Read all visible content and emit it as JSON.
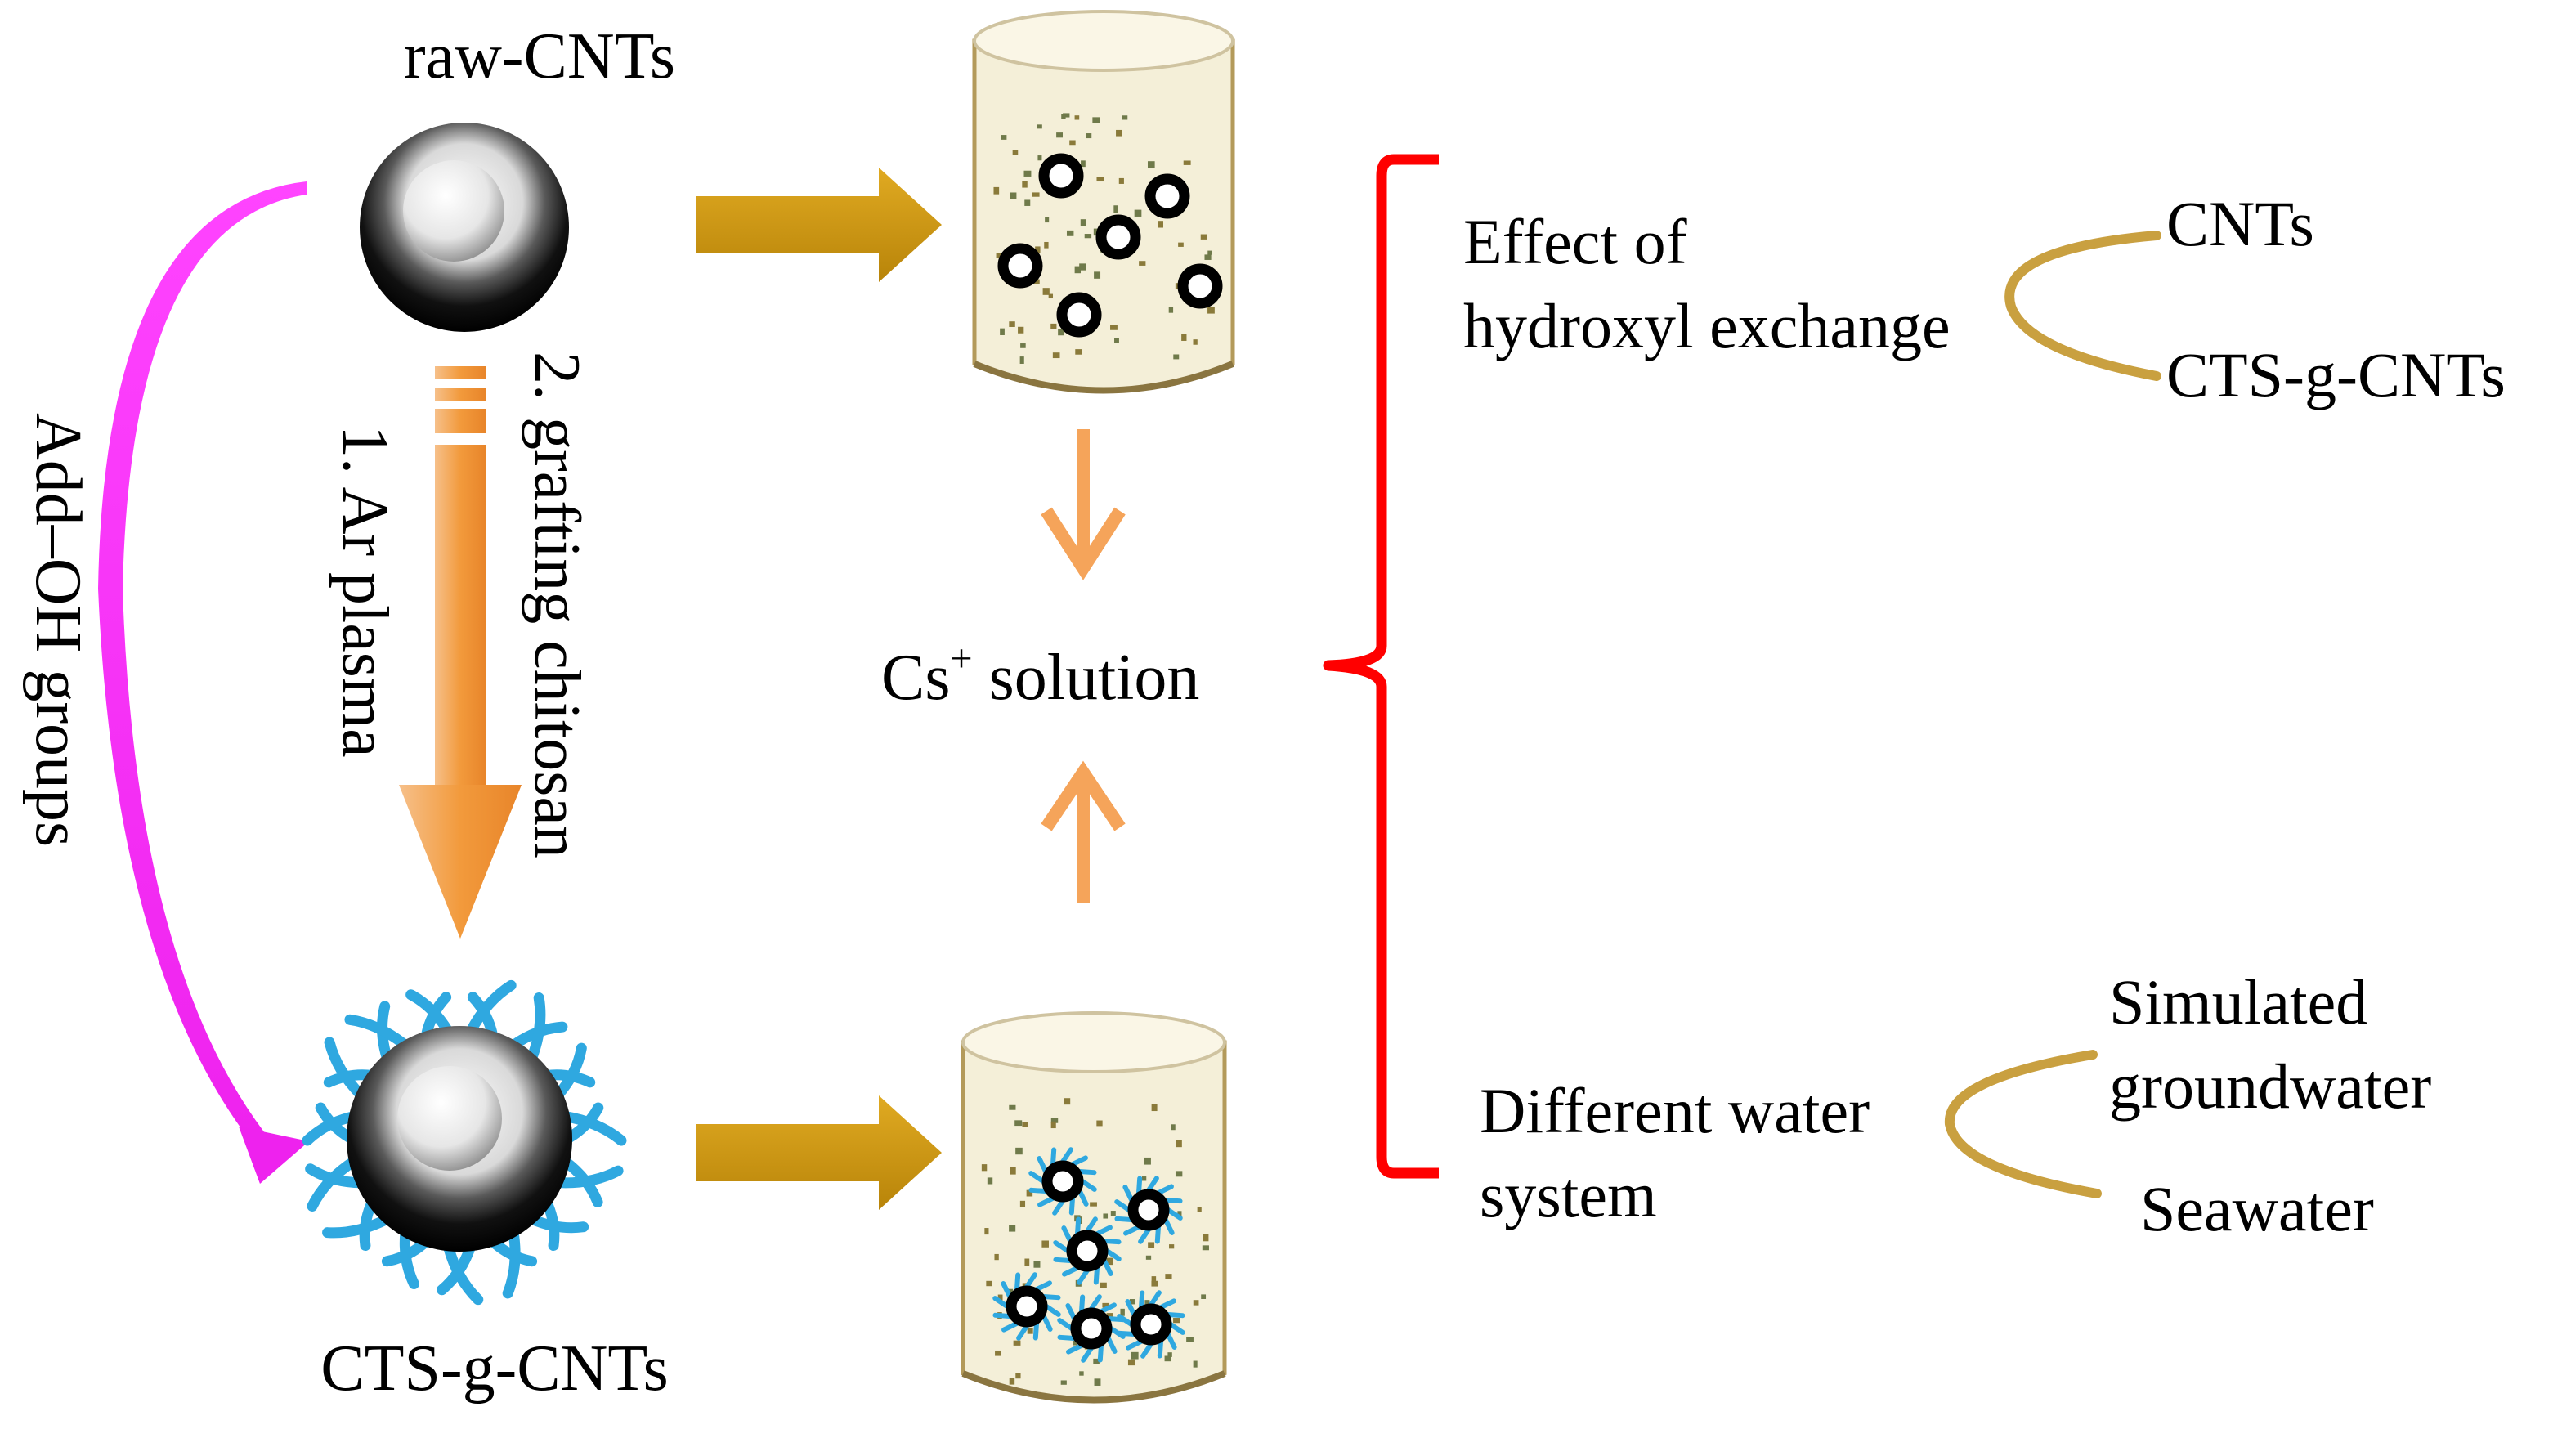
{
  "labels": {
    "raw_cnts": "raw-CNTs",
    "cts_g_cnts_bottom": "CTS-g-CNTs",
    "add_oh": "Add–OH groups",
    "step1": "1. Ar plasma",
    "step2": "2. grafting chitosan",
    "cs_main": "Cs",
    "cs_sup": "+",
    "cs_rest": " solution",
    "effect_line1": "Effect of",
    "effect_line2": "hydroxyl exchange",
    "branch_cnts": "CNTs",
    "branch_cts": "CTS-g-CNTs",
    "diff_line1": "Different water",
    "diff_line2": "system",
    "sim_line1": "Simulated",
    "sim_line2": "groundwater",
    "seawater": "Seawater"
  },
  "colors": {
    "magenta_arrow": "#ff33ff",
    "orange_arrow": "#f7a04a",
    "gold_arrow": "#c9930a",
    "red_brace": "#ff0000",
    "gold_branch": "#c9a040",
    "chitosan": "#2fa8e0",
    "beaker_fill": "#f4efd8",
    "beaker_rim": "#b39a5a"
  },
  "icons": {
    "raw_particle": "cnt-sphere-icon",
    "grafted_particle": "chitosan-grafted-sphere-icon",
    "beaker": "beaker-icon"
  }
}
